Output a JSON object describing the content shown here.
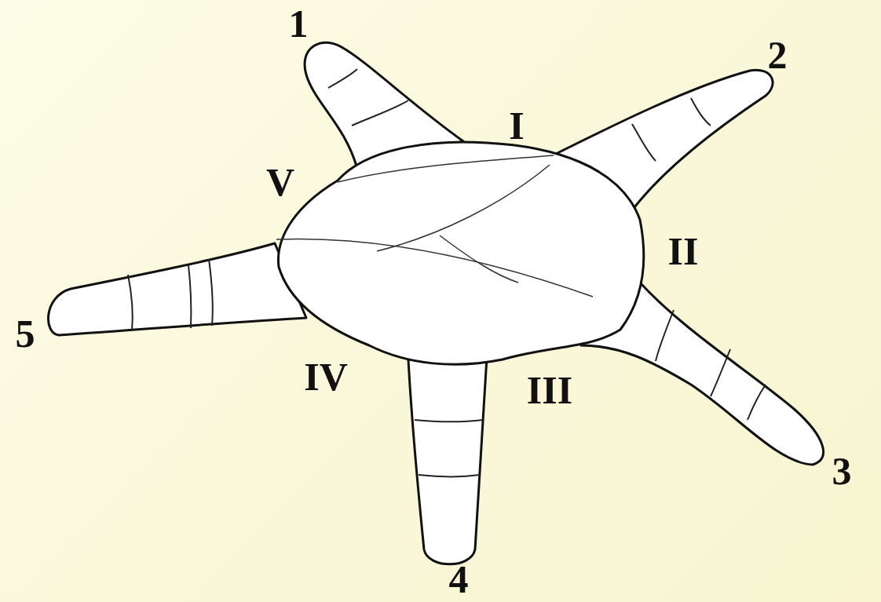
{
  "diagram": {
    "labels": [
      "1",
      "2",
      "I",
      "V",
      "II",
      "5",
      "IV",
      "III",
      "3",
      "4"
    ]
  }
}
